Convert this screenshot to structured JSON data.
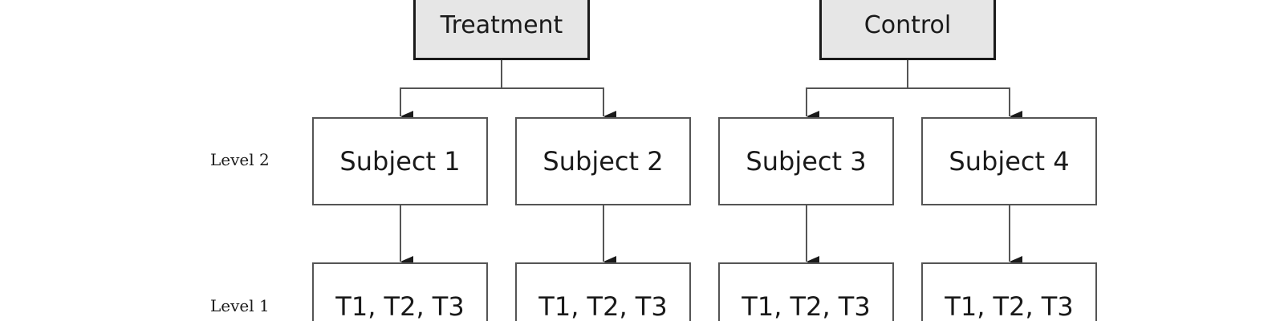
{
  "groups": [
    {
      "label": "Treatment"
    },
    {
      "label": "Control"
    }
  ],
  "levels": {
    "level2": "Level 2",
    "level1": "Level 1"
  },
  "subjects": [
    {
      "label": "Subject 1",
      "group": "Treatment"
    },
    {
      "label": "Subject 2",
      "group": "Treatment"
    },
    {
      "label": "Subject 3",
      "group": "Control"
    },
    {
      "label": "Subject 4",
      "group": "Control"
    }
  ],
  "timepoints": [
    {
      "label": "T1, T2, T3",
      "subject": "Subject 1"
    },
    {
      "label": "T1, T2, T3",
      "subject": "Subject 2"
    },
    {
      "label": "T1, T2, T3",
      "subject": "Subject 3"
    },
    {
      "label": "T1, T2, T3",
      "subject": "Subject 4"
    }
  ],
  "colors": {
    "group_fill": "#e6e6e6",
    "group_border": "#1a1a1a",
    "subject_border": "#555555",
    "connector": "#555555",
    "arrowhead": "#1a1a1a"
  }
}
